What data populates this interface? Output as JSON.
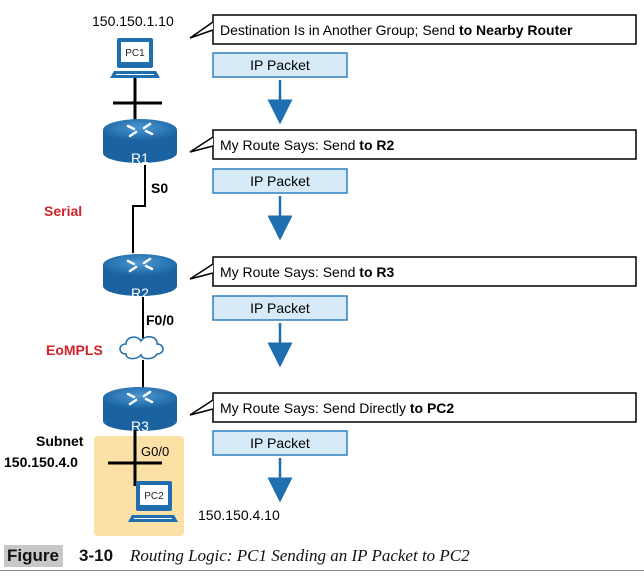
{
  "pc1": {
    "ip": "150.150.1.10",
    "label": "PC1"
  },
  "pc2": {
    "ip": "150.150.4.10",
    "label": "PC2"
  },
  "r1": {
    "label": "R1",
    "interface": "S0"
  },
  "r2": {
    "label": "R2",
    "interface": "F0/0"
  },
  "r3": {
    "label": "R3",
    "interface": "G0/0"
  },
  "links": {
    "serial": "Serial",
    "eompls": "EoMPLS"
  },
  "subnet": {
    "line1": "Subnet",
    "line2": "150.150.4.0"
  },
  "callouts": {
    "c1": {
      "plain": "Destination Is in Another Group; Send ",
      "bold": "to Nearby Router"
    },
    "c2": {
      "plain": "My Route Says: Send ",
      "bold": "to R2"
    },
    "c3": {
      "plain": "My Route Says: Send ",
      "bold": "to R3"
    },
    "c4": {
      "plain": "My Route Says: Send Directly ",
      "bold": "to PC2"
    }
  },
  "packets": [
    "IP Packet",
    "IP Packet",
    "IP Packet",
    "IP Packet"
  ],
  "figure": {
    "label": "Figure",
    "number": "3-10",
    "title": "Routing Logic: PC1 Sending an IP Packet to PC2"
  },
  "colors": {
    "router": "#1f6fb0",
    "accent_red": "#d2232a",
    "packet_fill": "#d6ebf7",
    "packet_border": "#2f7fbf",
    "arrow": "#1f6fb0",
    "subnet_box": "#fbe1a6"
  }
}
